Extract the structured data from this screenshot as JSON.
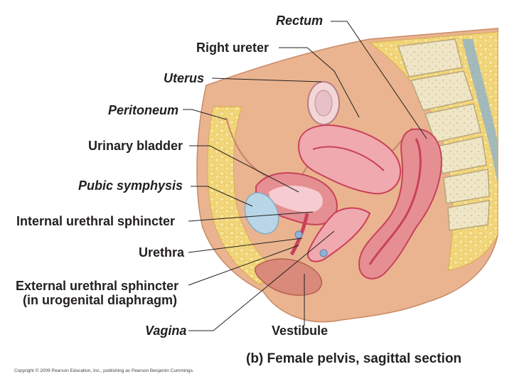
{
  "labels": {
    "rectum": "Rectum",
    "right_ureter": "Right ureter",
    "uterus": "Uterus",
    "peritoneum": "Peritoneum",
    "urinary_bladder": "Urinary bladder",
    "pubic_symphysis": "Pubic symphysis",
    "internal_urethral_sphincter": "Internal urethral sphincter",
    "urethra": "Urethra",
    "external_urethral_sphincter_1": "External urethral sphincter",
    "external_urethral_sphincter_2": "(in urogenital diaphragm)",
    "vagina": "Vagina",
    "vestibule": "Vestibule"
  },
  "caption": "(b) Female pelvis, sagittal section",
  "copyright": "Copyright © 2009 Pearson Education, Inc., publishing as Pearson Benjamin Cummings.",
  "colors": {
    "fat": "#f3d77c",
    "fat_dot": "#e8c25a",
    "skin": "#e9b48f",
    "muscle": "#e58f93",
    "muscle_dark": "#c9415a",
    "uterus": "#f0a9ae",
    "bladder_lumen": "#f6ccd0",
    "bone": "#efe6c8",
    "bone_edge": "#b9a77a",
    "cartilage": "#b9d6e8",
    "label_text": "#231f20"
  }
}
